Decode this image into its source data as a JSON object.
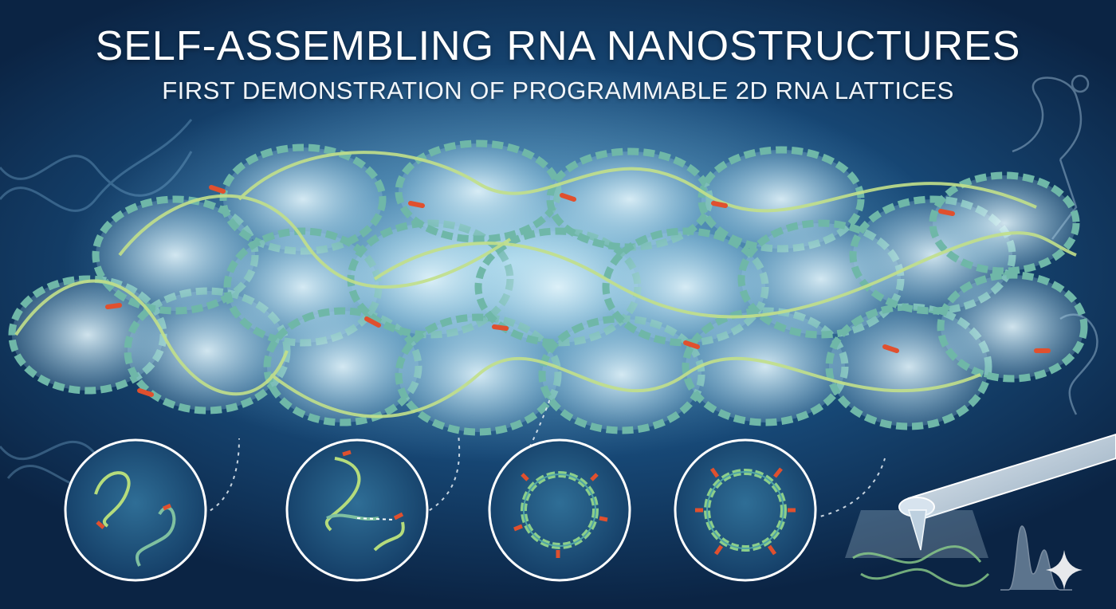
{
  "header": {
    "title": "SELF-ASSEMBLING RNA NANOSTRUCTURES",
    "subtitle": "FIRST DEMONSTRATION OF PROGRAMMABLE 2D RNA LATTICES"
  },
  "colors": {
    "background_dark": "#0b2444",
    "background_mid": "#174876",
    "glow": "#bfe6f5",
    "strand_green": "#9fd27a",
    "strand_teal": "#4fa3a6",
    "sticky_end_red": "#e0502e",
    "title_text": "#ffffff"
  },
  "stages": [
    {
      "name": "single-strands",
      "description_icon": "two-curled-rna-strands-icon"
    },
    {
      "name": "paired-strands",
      "description_icon": "three-helix-strands-icon"
    },
    {
      "name": "ring-tile",
      "description_icon": "rna-ring-tile-icon"
    },
    {
      "name": "ring-tile-sticky-ends",
      "description_icon": "rna-ring-sticky-ends-icon"
    }
  ],
  "icons": [
    "dna-helix-left-icon",
    "rna-hairpin-icon",
    "afm-probe-icon",
    "spectrum-peak-icon",
    "sparkle-icon"
  ]
}
